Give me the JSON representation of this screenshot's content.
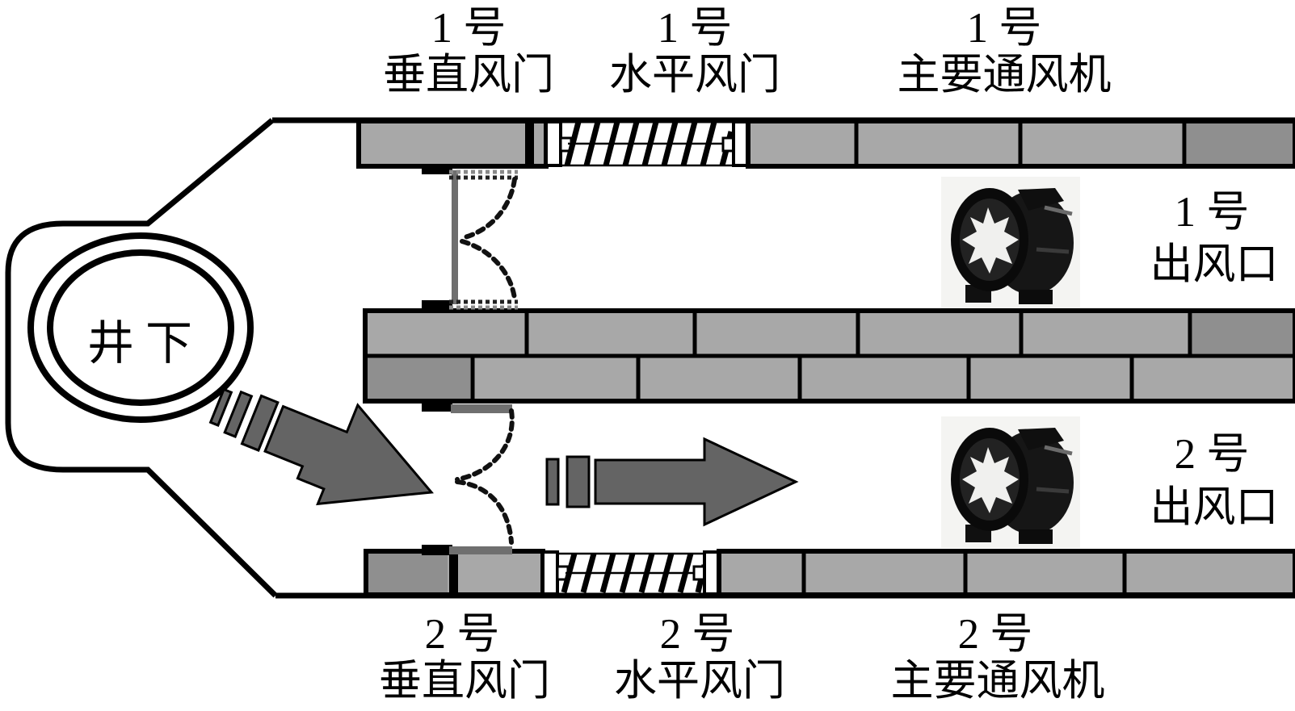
{
  "labels": {
    "shaft": "井下",
    "top_vertical_num": "1 号",
    "top_vertical_name": "垂直风门",
    "top_horizontal_num": "1 号",
    "top_horizontal_name": "水平风门",
    "top_fan_num": "1 号",
    "top_fan_name": "主要通风机",
    "outlet1_num": "1 号",
    "outlet1_name": "出风口",
    "outlet2_num": "2 号",
    "outlet2_name": "出风口",
    "bottom_vertical_num": "2 号",
    "bottom_vertical_name": "垂直风门",
    "bottom_horizontal_num": "2 号",
    "bottom_horizontal_name": "水平风门",
    "bottom_fan_num": "2 号",
    "bottom_fan_name": "主要通风机"
  },
  "colors": {
    "brick": "#a8a8a8",
    "brick_dark": "#8f8f8f",
    "door_panel": "#6f6f6f",
    "arrow": "#646464",
    "fan_bg": "#f4f4f2",
    "line": "#000000"
  }
}
